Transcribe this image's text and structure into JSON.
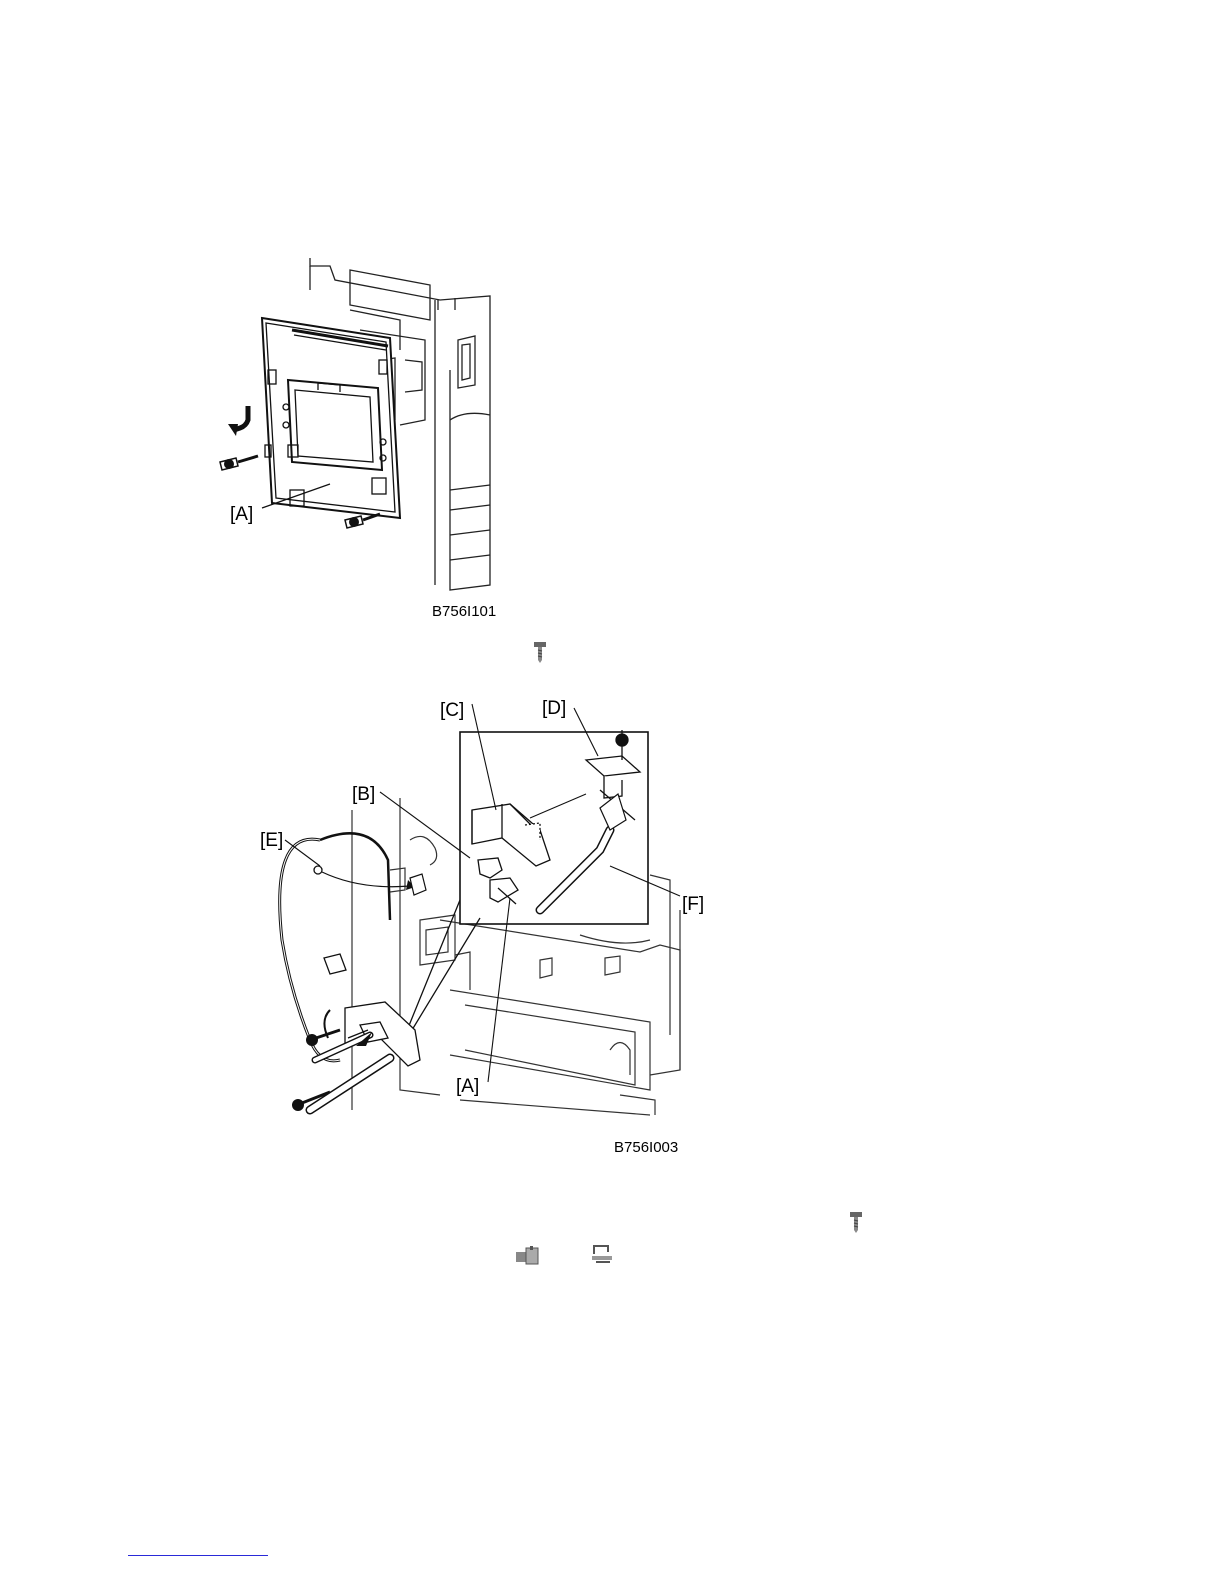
{
  "figure1": {
    "code": "B756I101",
    "labels": {
      "a": "[A]"
    }
  },
  "figure2": {
    "code": "B756I003",
    "labels": {
      "a": "[A]",
      "b": "[B]",
      "c": "[C]",
      "d": "[D]",
      "e": "[E]",
      "f": "[F]"
    }
  },
  "icons": {
    "screw_1": "screw-icon",
    "screw_2": "screw-icon",
    "connector": "connector-icon",
    "clamp": "clamp-icon"
  }
}
